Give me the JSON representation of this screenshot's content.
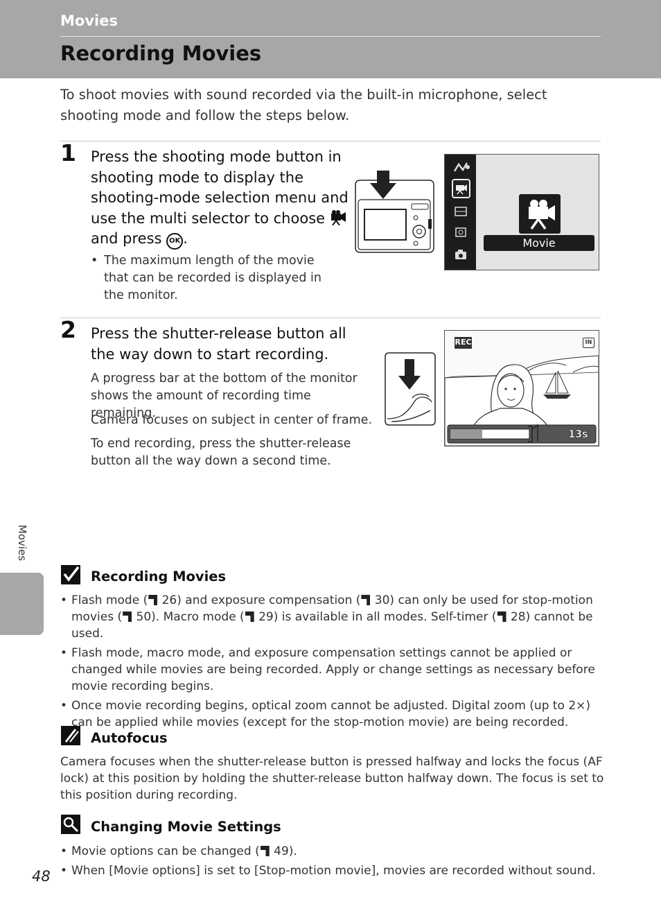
{
  "header": {
    "section": "Movies",
    "title": "Recording Movies"
  },
  "intro": "To shoot movies with sound recorded via the built-in microphone, select shooting mode and follow the steps below.",
  "step1": {
    "number": "1",
    "text_a": "Press the shooting mode button in shooting mode to display the shooting-mode selection menu and use the multi selector to choose",
    "text_b": "and press",
    "text_c": ".",
    "bullet": "The maximum length of the movie that can be recorded is displayed in the monitor.",
    "menu_label": "Movie"
  },
  "step2": {
    "number": "2",
    "text": "Press the shutter-release button all the way down to start recording.",
    "para1": "A progress bar at the bottom of the monitor shows the amount of recording time remaining.",
    "para2": "Camera focuses on subject in center of frame.",
    "para3": "To end recording, press the shutter-release button all the way down a second time.",
    "rec_tag": "REC",
    "memory_tag": "IN",
    "time_remaining": "13s",
    "progress": 0.5
  },
  "side_tab": "Movies",
  "note_recording": {
    "title": "Recording Movies",
    "items": [
      {
        "a": "Flash mode (",
        "b": " 26) and exposure compensation (",
        "c": " 30) can only be used for stop-motion movies (",
        "d": " 50). Macro mode (",
        "e": " 29) is available in all modes. Self-timer (",
        "f": " 28) cannot be used."
      },
      {
        "text": "Flash mode, macro mode, and exposure compensation settings cannot be applied or changed while movies are being recorded. Apply or change settings as necessary before movie recording begins."
      },
      {
        "text": "Once movie recording begins, optical zoom cannot be adjusted. Digital zoom (up to 2×) can be applied while movies (except for the stop-motion movie) are being recorded."
      }
    ]
  },
  "note_autofocus": {
    "title": "Autofocus",
    "text": "Camera focuses when the shutter-release button is pressed halfway and locks the focus (AF lock) at this position by holding the shutter-release button halfway down. The focus is set to this position during recording."
  },
  "note_settings": {
    "title": "Changing Movie Settings",
    "item1_a": "Movie options can be changed (",
    "item1_b": " 49).",
    "item2": "When [Movie options] is set to [Stop-motion movie], movies are recorded without sound."
  },
  "page_number": "48",
  "icons": {
    "movie": "movie-camera-icon",
    "ok": "ok-button-icon",
    "reference": "page-reference-icon",
    "check": "check-note-icon",
    "caution": "caution-note-icon",
    "tip": "tip-note-icon"
  }
}
